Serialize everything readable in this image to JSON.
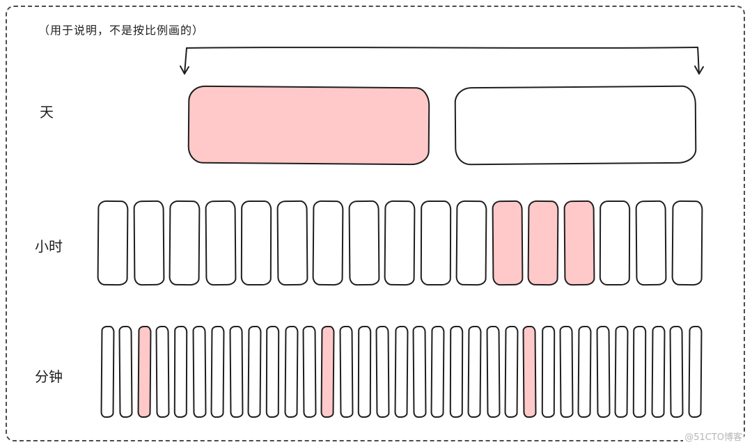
{
  "note": "（用于说明，不是按比例画的）",
  "watermark": "@51CTO博客",
  "colors": {
    "highlight": "#ffc9c9",
    "stroke": "#1e1e1e",
    "border": "#4a4a4a",
    "background": "#ffffff"
  },
  "arrow": {
    "description": "double-headed span arrow over day row, both ends pointing down"
  },
  "rows": [
    {
      "label": "天",
      "type": "day",
      "box_count": 2,
      "highlighted": [
        0
      ]
    },
    {
      "label": "小时",
      "type": "hour",
      "box_count": 17,
      "highlighted": [
        11,
        12,
        13
      ]
    },
    {
      "label": "分钟",
      "type": "minute",
      "box_count": 33,
      "highlighted": [
        2,
        12,
        23
      ]
    }
  ]
}
